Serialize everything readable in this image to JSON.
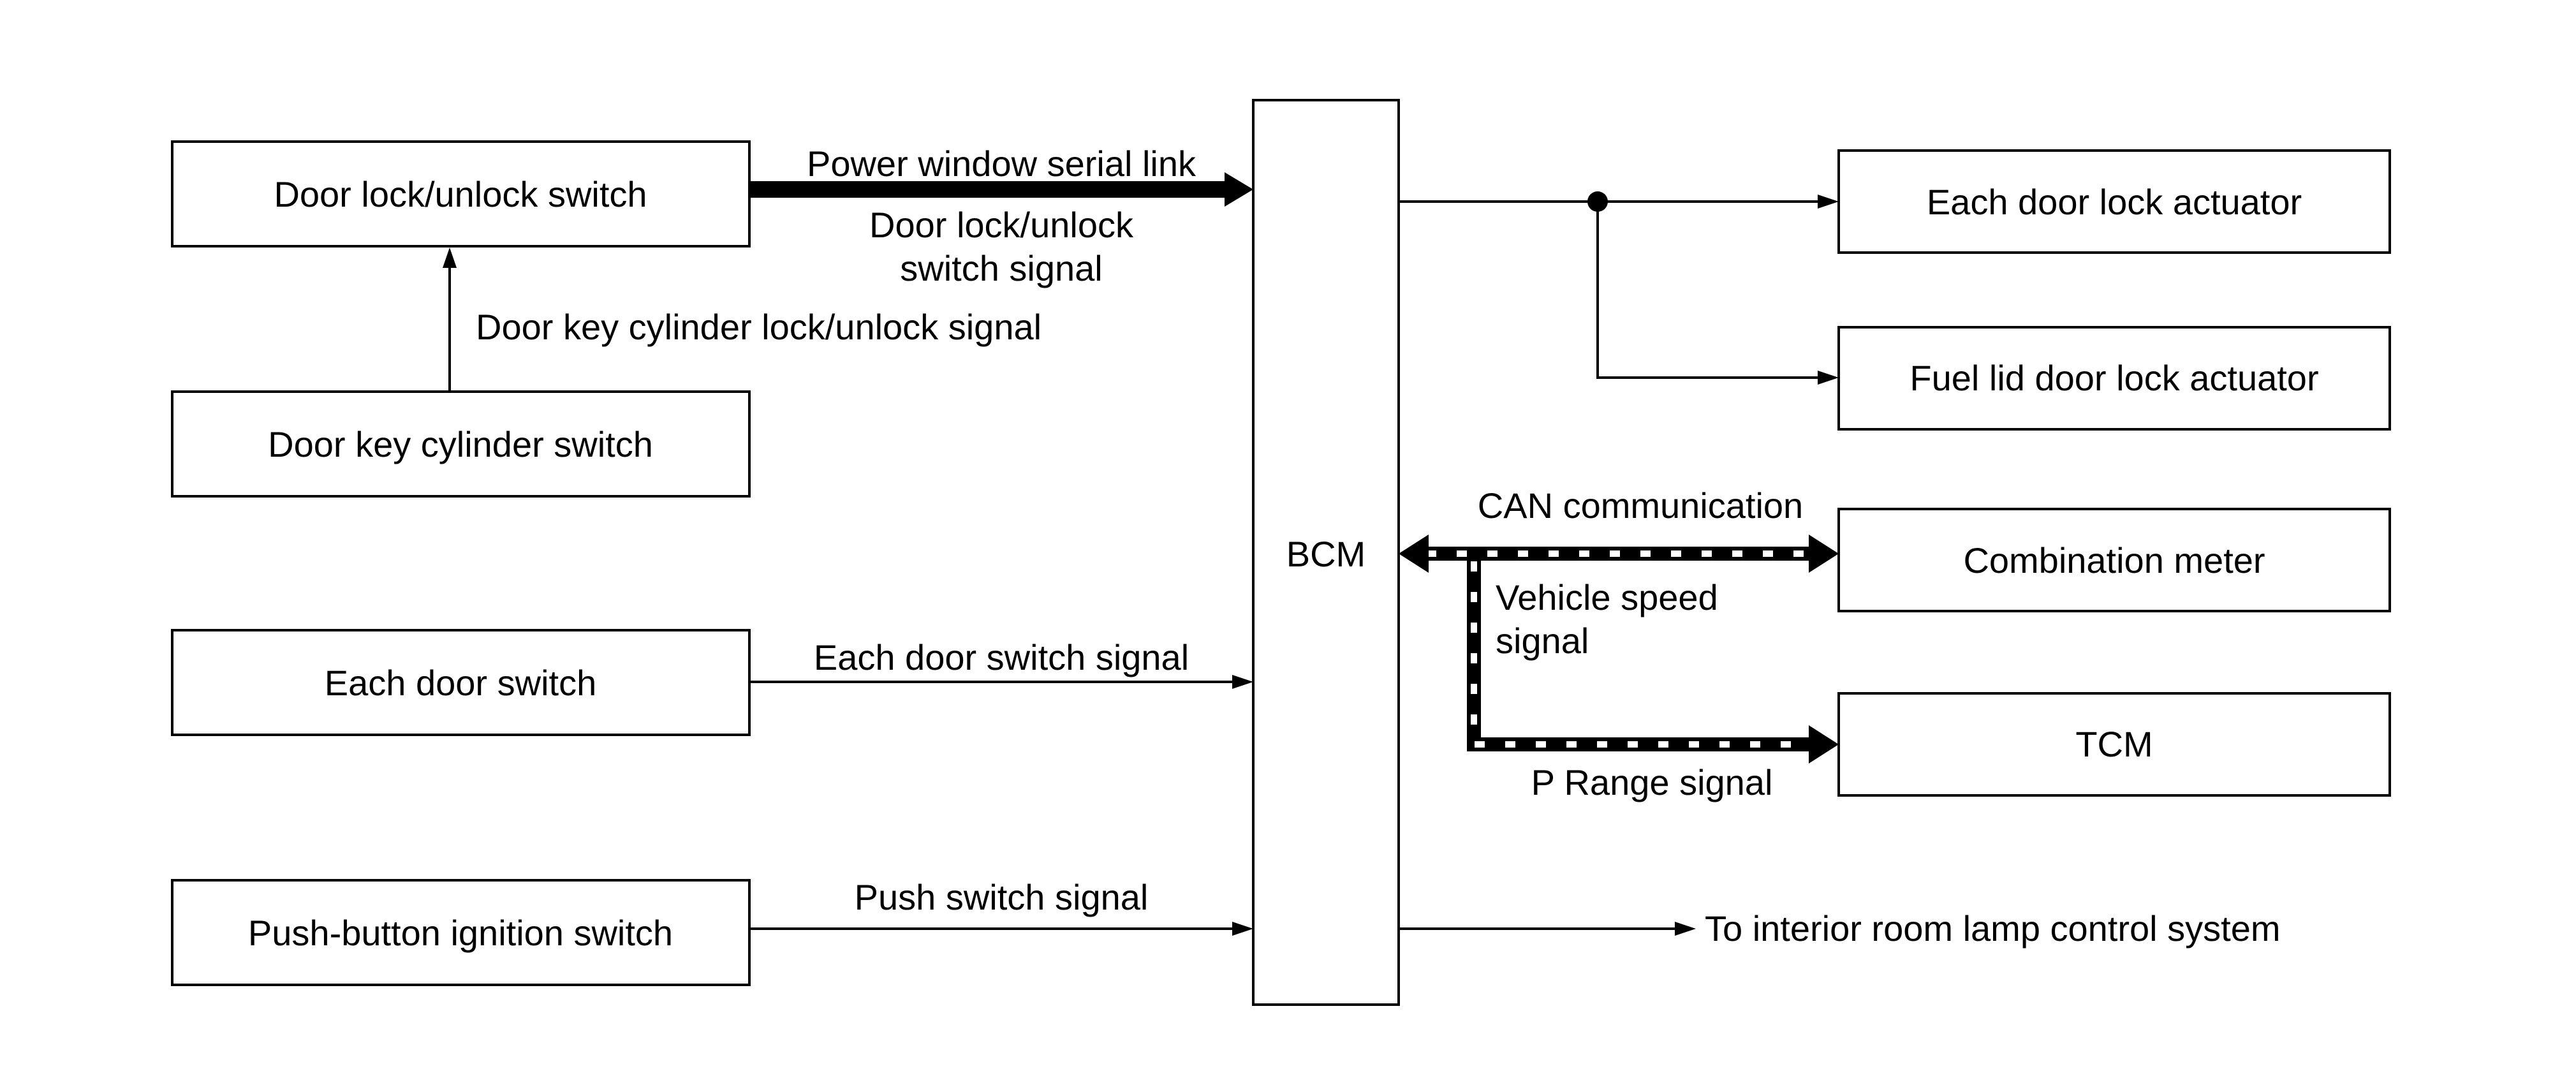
{
  "blocks": {
    "door_lock_unlock_switch": "Door lock/unlock switch",
    "door_key_cylinder_switch": "Door key cylinder switch",
    "each_door_switch": "Each door switch",
    "push_button_ignition_switch": "Push-button ignition switch",
    "bcm": "BCM",
    "each_door_lock_actuator": "Each door lock actuator",
    "fuel_lid_door_lock_actuator": "Fuel lid door lock actuator",
    "combination_meter": "Combination meter",
    "tcm": "TCM"
  },
  "signals": {
    "power_window_serial_link": "Power window serial link",
    "door_lock_unlock_switch_signal_line1": "Door lock/unlock",
    "door_lock_unlock_switch_signal_line2": "switch signal",
    "door_key_cylinder_signal": "Door key cylinder lock/unlock signal",
    "each_door_switch_signal": "Each door switch signal",
    "push_switch_signal": "Push switch signal",
    "can_communication": "CAN communication",
    "vehicle_speed_signal_line1": "Vehicle speed",
    "vehicle_speed_signal_line2": "signal",
    "p_range_signal": "P Range signal",
    "to_interior_room_lamp": "To interior room lamp control system"
  }
}
